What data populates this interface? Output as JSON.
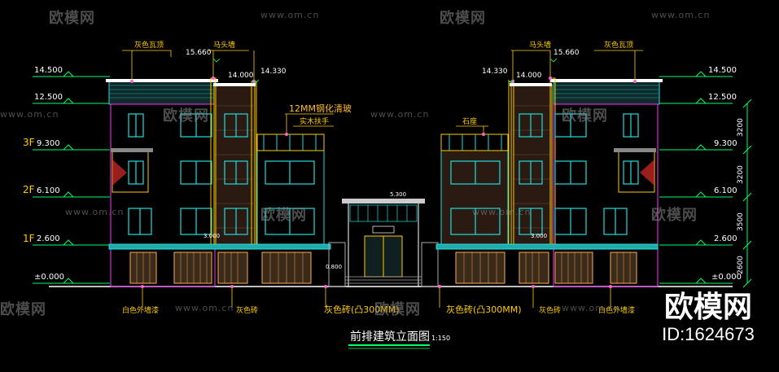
{
  "drawing": {
    "title": "前排建筑立面图",
    "scale": "1:150"
  },
  "levels_left": [
    "14.500",
    "12.500",
    "9.300",
    "6.100",
    "2.600",
    "±0.000"
  ],
  "levels_right": [
    "14.500",
    "12.500",
    "9.300",
    "6.100",
    "2.600",
    "±0.000"
  ],
  "floor_marks": [
    "3F",
    "2F",
    "1F"
  ],
  "spot_levels": {
    "left_top": "15.660",
    "left_mid": "14.000",
    "left_side": "14.330",
    "right_top": "15.660",
    "right_mid": "14.000",
    "right_side": "14.330",
    "gate_top": "5.300",
    "step": "0.800",
    "left_canopy": "3.000",
    "right_canopy": "3.000"
  },
  "dimensions": [
    "3200",
    "3200",
    "3500",
    "2600"
  ],
  "annotations": {
    "roof_left": "灰色瓦顶",
    "roof_right": "灰色瓦顶",
    "parapet_left": "马头墙",
    "parapet_right": "马头墙",
    "glass_rail": "12MM钢化清玻",
    "wood_handrail": "实木扶手",
    "stone_seat": "石座",
    "paint_left": "白色外墙漆",
    "brick_left": "灰色砖",
    "brick_left_300": "灰色砖(凸300MM)",
    "brick_right_300": "灰色砖(凸300MM)",
    "brick_right": "灰色砖",
    "paint_right": "白色外墙漆"
  },
  "watermark": {
    "logo": "欧模网",
    "url": "www.om.cn",
    "id": "ID:1624673"
  }
}
